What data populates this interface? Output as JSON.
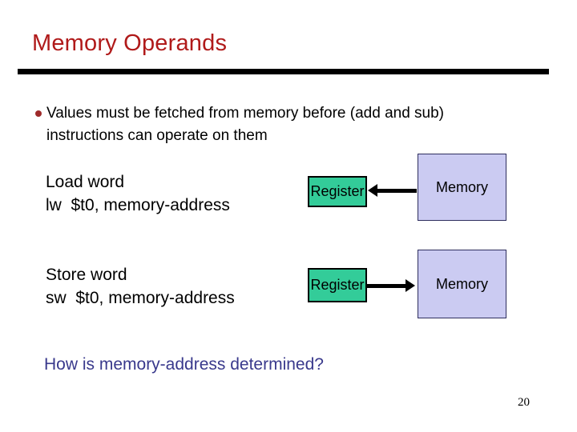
{
  "slide": {
    "title": "Memory Operands",
    "bullet": {
      "line1": "Values must be fetched from memory before (add and sub)",
      "line2": "instructions can operate on them"
    },
    "load": {
      "heading": "Load word",
      "instruction": "lw  $t0, memory-address",
      "register_label": "Register",
      "memory_label": "Memory",
      "arrow_direction": "memory-to-register"
    },
    "store": {
      "heading": "Store word",
      "instruction": "sw  $t0, memory-address",
      "register_label": "Register",
      "memory_label": "Memory",
      "arrow_direction": "register-to-memory"
    },
    "question": "How is memory-address determined?",
    "page_number": "20"
  },
  "colors": {
    "title_text": "#B01A1A",
    "divider_bar": "#000000",
    "bullet_dot": "#9E2A2A",
    "body_text": "#000000",
    "register_fill": "#33CC99",
    "register_border": "#000000",
    "memory_fill": "#CBCBF2",
    "memory_border": "#2E2E5E",
    "arrow": "#000000",
    "question_text": "#39398C"
  }
}
